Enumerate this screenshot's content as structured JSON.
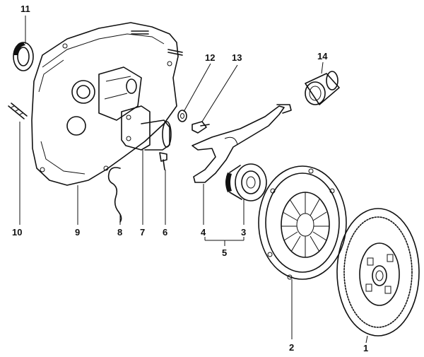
{
  "diagram": {
    "callouts": [
      {
        "id": "1",
        "text": "1"
      },
      {
        "id": "2",
        "text": "2"
      },
      {
        "id": "3",
        "text": "3"
      },
      {
        "id": "4",
        "text": "4"
      },
      {
        "id": "5",
        "text": "5"
      },
      {
        "id": "6",
        "text": "6"
      },
      {
        "id": "7",
        "text": "7"
      },
      {
        "id": "8",
        "text": "8"
      },
      {
        "id": "9",
        "text": "9"
      },
      {
        "id": "10",
        "text": "10"
      },
      {
        "id": "11",
        "text": "11"
      },
      {
        "id": "12",
        "text": "12"
      },
      {
        "id": "13",
        "text": "13"
      },
      {
        "id": "14",
        "text": "14"
      }
    ]
  },
  "colors": {
    "ink": "#111111",
    "background": "#ffffff"
  }
}
